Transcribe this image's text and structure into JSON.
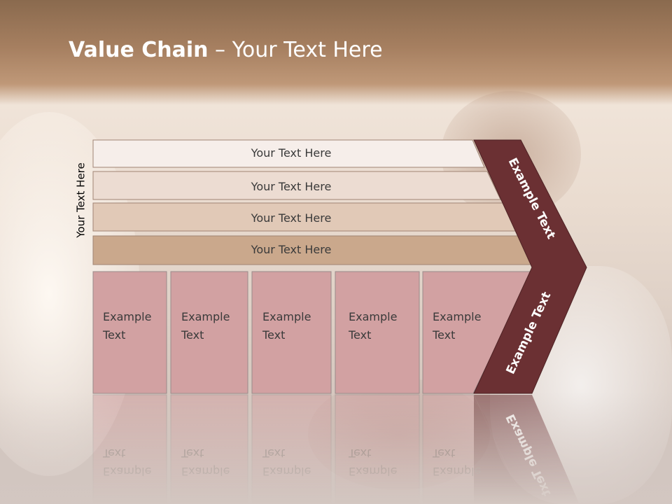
{
  "slide": {
    "title_bold": "Value Chain",
    "title_rest": " – Your Text Here",
    "side_label": "Your Text Here"
  },
  "bars": [
    {
      "label": "Your Text Here",
      "color": "#f6eeea"
    },
    {
      "label": "Your Text Here",
      "color": "#ecdcd2"
    },
    {
      "label": "Your Text Here",
      "color": "#e1c9b7"
    },
    {
      "label": "Your Text Here",
      "color": "#caa88c"
    }
  ],
  "boxes": [
    {
      "line1": "Example",
      "line2": "Text"
    },
    {
      "line1": "Example",
      "line2": "Text"
    },
    {
      "line1": "Example",
      "line2": "Text"
    },
    {
      "line1": "Example",
      "line2": "Text"
    },
    {
      "line1": "Example",
      "line2": "Text"
    }
  ],
  "chevron": {
    "upper_label": "Example Text",
    "lower_label": "Example Text",
    "color": "#6b3033"
  },
  "colors": {
    "box_fill": "#d2a1a2",
    "box_stroke": "#9a8a8a"
  }
}
